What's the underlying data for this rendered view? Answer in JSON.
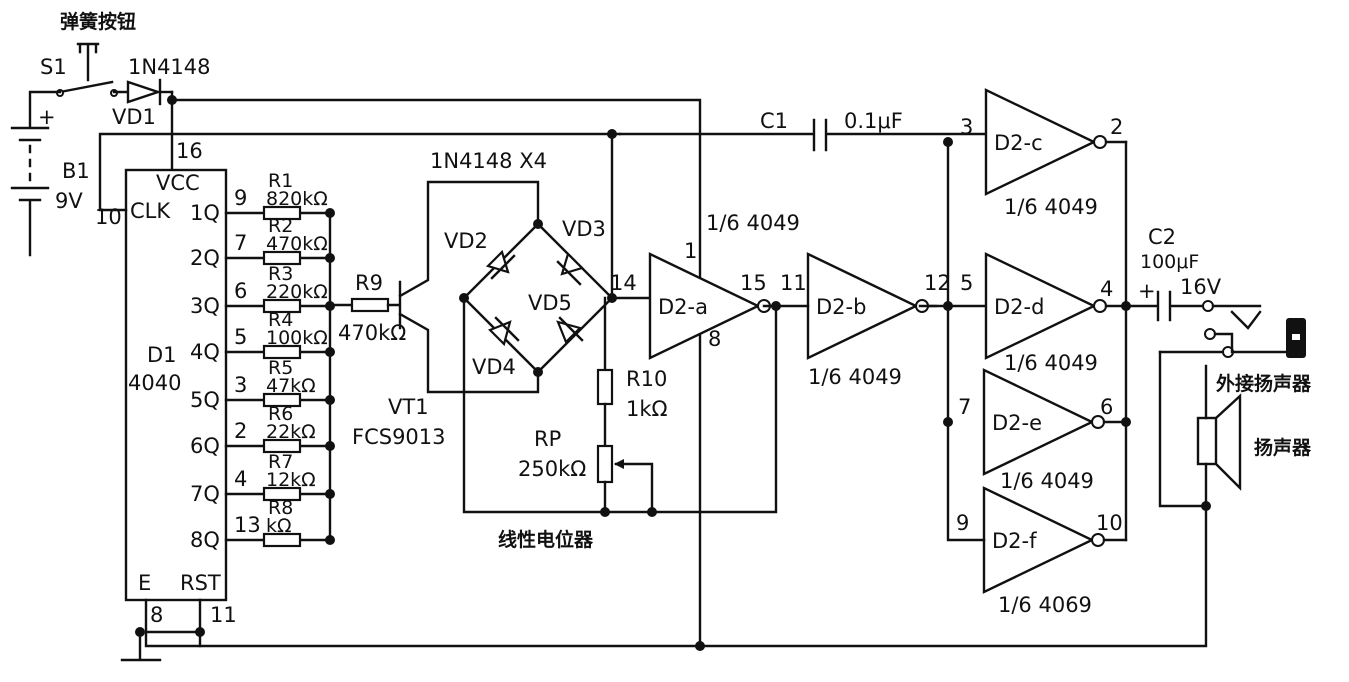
{
  "labels": {
    "spring_button": "弹簧按钮",
    "s1": "S1",
    "diode_1n4148": "1N4148",
    "vd1": "VD1",
    "plus": "+",
    "b1": "B1",
    "b1_voltage": "9V",
    "pin16": "16",
    "vcc": "VCC",
    "clk": "CLK",
    "pin10": "10",
    "d1": "D1",
    "d1_type": "4040",
    "e": "E",
    "rst": "RST",
    "pin8": "8",
    "pin11": "11",
    "bridge_title": "1N4148 X4",
    "vd2": "VD2",
    "vd3": "VD3",
    "vd4": "VD4",
    "vd5": "VD5",
    "r9": "R9",
    "r9_value": "470kΩ",
    "vt1": "VT1",
    "vt1_type": "FCS9013",
    "r10": "R10",
    "r10_value": "1kΩ",
    "rp": "RP",
    "rp_value": "250kΩ",
    "linear_pot": "线性电位器",
    "c1": "C1",
    "c1_value": "0.1μF",
    "c2": "C2",
    "c2_value": "100μF",
    "c2_voltage": "16V",
    "ext_speaker": "外接扬声器",
    "speaker": "扬声器"
  },
  "outputs": [
    {
      "q": "1Q",
      "pin": "9",
      "r": "R1",
      "value": "820kΩ"
    },
    {
      "q": "2Q",
      "pin": "7",
      "r": "R2",
      "value": "470kΩ"
    },
    {
      "q": "3Q",
      "pin": "6",
      "r": "R3",
      "value": "220kΩ"
    },
    {
      "q": "4Q",
      "pin": "5",
      "r": "R4",
      "value": "100kΩ"
    },
    {
      "q": "5Q",
      "pin": "3",
      "r": "R5",
      "value": "47kΩ"
    },
    {
      "q": "6Q",
      "pin": "2",
      "r": "R6",
      "value": "22kΩ"
    },
    {
      "q": "7Q",
      "pin": "4",
      "r": "R7",
      "value": "12kΩ"
    },
    {
      "q": "8Q",
      "pin": "13",
      "r": "R8",
      "value": "kΩ"
    }
  ],
  "gates": [
    {
      "name": "D2-a",
      "part": "1/6 4049",
      "in": "14",
      "out": "15",
      "vdd": "1",
      "gnd": "8"
    },
    {
      "name": "D2-b",
      "part": "1/6 4049",
      "in": "11",
      "out": "12"
    },
    {
      "name": "D2-c",
      "part": "1/6 4049",
      "in": "3",
      "out": "2"
    },
    {
      "name": "D2-d",
      "part": "1/6 4049",
      "in": "5",
      "out": "4"
    },
    {
      "name": "D2-e",
      "part": "1/6 4049",
      "in": "7",
      "out": "6"
    },
    {
      "name": "D2-f",
      "part": "1/6 4069",
      "in": "9",
      "out": "10"
    }
  ]
}
